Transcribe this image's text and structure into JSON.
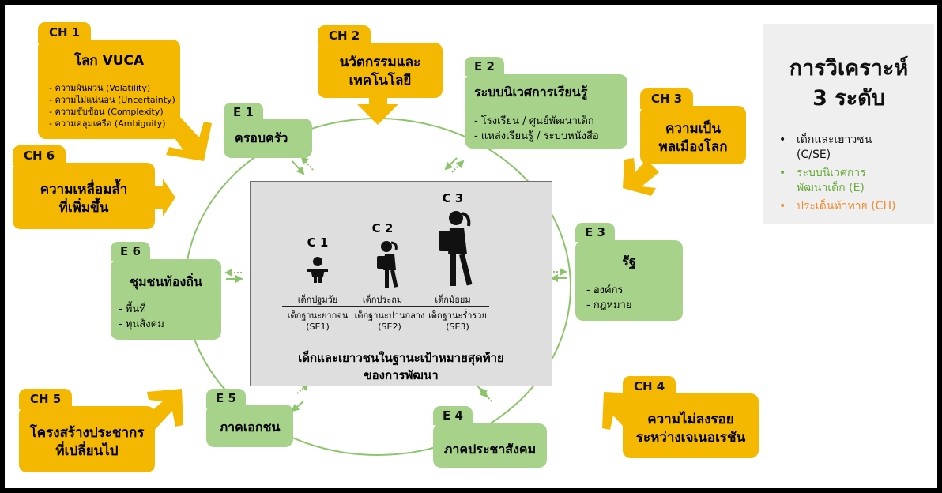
{
  "legend": {
    "title": "การวิเคราะห์\n3 ระดับ",
    "items": [
      {
        "text": "เด็กและเยาวชน\n(C/SE)",
        "color": "#111111"
      },
      {
        "text": "ระบบนิเวศการ\nพัฒนาเด็ก (E)",
        "color": "#6aab3c"
      },
      {
        "text": "ประเด็นท้าทาย (CH)",
        "color": "#f08a2c"
      }
    ]
  },
  "challenges": {
    "ch1": {
      "code": "CH 1",
      "title": "โลก VUCA",
      "items": [
        "- ความผันผวน (Volatility)",
        "- ความไม่แน่นอน (Uncertainty)",
        "- ความซับซ้อน (Complexity)",
        "- ความคลุมเครือ (Ambiguity)"
      ]
    },
    "ch2": {
      "code": "CH 2",
      "title": "นวัตกรรมและ\nเทคโนโลยี"
    },
    "ch3": {
      "code": "CH 3",
      "title": "ความเป็น\nพลเมืองโลก"
    },
    "ch4": {
      "code": "CH 4",
      "title": "ความไม่ลงรอย\nระหว่างเจเนอเรชัน"
    },
    "ch5": {
      "code": "CH 5",
      "title": "โครงสร้างประชากร\nที่เปลี่ยนไป"
    },
    "ch6": {
      "code": "CH 6",
      "title": "ความเหลื่อมล้ำ\nที่เพิ่มขึ้น"
    }
  },
  "ecosystem": {
    "e1": {
      "code": "E 1",
      "title": "ครอบครัว"
    },
    "e2": {
      "code": "E 2",
      "title": "ระบบนิเวศการเรียนรู้",
      "items": [
        "- โรงเรียน / ศูนย์พัฒนาเด็ก",
        "- แหล่งเรียนรู้ / ระบบหนังสือ"
      ]
    },
    "e3": {
      "code": "E 3",
      "title": "รัฐ",
      "items": [
        "- องค์กร",
        "- กฎหมาย"
      ]
    },
    "e4": {
      "code": "E 4",
      "title": "ภาคประชาสังคม"
    },
    "e5": {
      "code": "E 5",
      "title": "ภาคเอกชน"
    },
    "e6": {
      "code": "E 6",
      "title": "ชุมชนท้องถิ่น",
      "items": [
        "- พื้นที่",
        "- ทุนสังคม"
      ]
    }
  },
  "center": {
    "children": [
      {
        "code": "C 1",
        "label": "เด็กปฐมวัย"
      },
      {
        "code": "C 2",
        "label": "เด็กประถม"
      },
      {
        "code": "C 3",
        "label": "เด็กมัธยม"
      }
    ],
    "ses": [
      "เด็กฐานะยากจน\n(SE1)",
      "เด็กฐานะปานกลาง\n(SE2)",
      "เด็กฐานะร่ำรวย\n(SE3)"
    ],
    "caption": "เด็กและเยาวชนในฐานะเป้าหมายสุดท้าย\nของการพัฒนา"
  },
  "colors": {
    "challenge": "#f5b800",
    "ecosystem": "#a6d28a",
    "circle": "#8cc46a",
    "panel": "#dedede"
  }
}
